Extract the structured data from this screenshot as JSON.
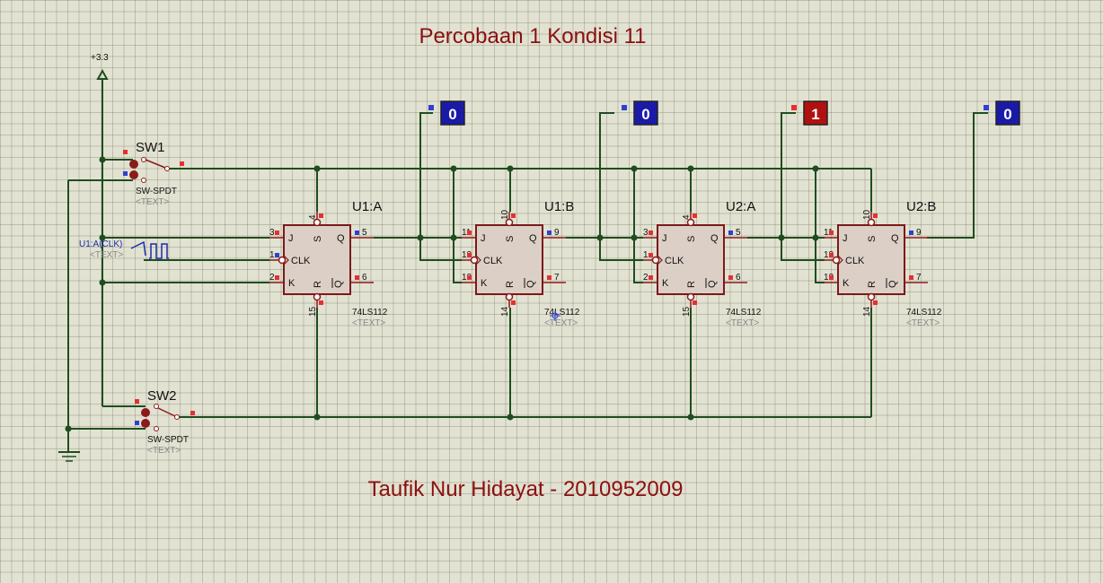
{
  "title": "Percobaan 1 Kondisi 11",
  "author": "Taufik Nur Hidayat - 2010952009",
  "power": {
    "label": "+3.3"
  },
  "switches": [
    {
      "ref": "SW1",
      "type": "SW-SPDT",
      "text": "<TEXT>"
    },
    {
      "ref": "SW2",
      "type": "SW-SPDT",
      "text": "<TEXT>"
    }
  ],
  "clock": {
    "label": "U1:A(CLK)",
    "text": "<TEXT>"
  },
  "chips": [
    {
      "ref": "U1:A",
      "part": "74LS112",
      "text": "<TEXT>",
      "pin_s": "4",
      "pin_r": "15",
      "pin_j": "3",
      "pin_clk": "1",
      "pin_k": "2",
      "pin_q": "5",
      "pin_qb": "6"
    },
    {
      "ref": "U1:B",
      "part": "74LS112",
      "text": "<TEXT>",
      "pin_s": "10",
      "pin_r": "14",
      "pin_j": "11",
      "pin_clk": "13",
      "pin_k": "12",
      "pin_q": "9",
      "pin_qb": "7"
    },
    {
      "ref": "U2:A",
      "part": "74LS112",
      "text": "<TEXT>",
      "pin_s": "4",
      "pin_r": "15",
      "pin_j": "3",
      "pin_clk": "1",
      "pin_k": "2",
      "pin_q": "5",
      "pin_qb": "6"
    },
    {
      "ref": "U2:B",
      "part": "74LS112",
      "text": "<TEXT>",
      "pin_s": "10",
      "pin_r": "14",
      "pin_j": "11",
      "pin_clk": "13",
      "pin_k": "12",
      "pin_q": "9",
      "pin_qb": "7"
    }
  ],
  "chip_pins": {
    "j": "J",
    "s": "S",
    "q": "Q",
    "clk": "CLK",
    "k": "K",
    "r": "R",
    "qb": "Q"
  },
  "probes": [
    "0",
    "0",
    "1",
    "0"
  ],
  "colors": {
    "probe_low": "#1a1aa8",
    "probe_high": "#b01010",
    "wire": "#1f4d1f",
    "title": "#8b1010"
  }
}
